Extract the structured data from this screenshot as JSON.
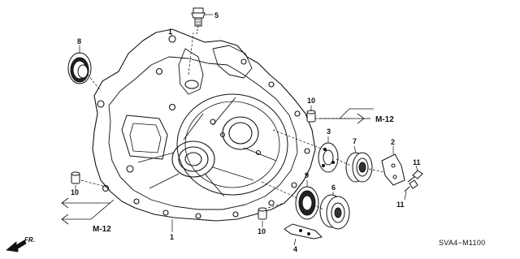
{
  "diagram": {
    "callouts": {
      "c1": "1",
      "c2": "2",
      "c3": "3",
      "c4": "4",
      "c5": "5",
      "c6": "6",
      "c7": "7",
      "c8": "8",
      "c9": "9",
      "c10a": "10",
      "c10b": "10",
      "c10c": "10",
      "c11a": "11",
      "c11b": "11"
    },
    "references": {
      "right": "M-12",
      "left": "M-12"
    },
    "direction_label": "FR.",
    "diagram_code": "SVA4−M1100"
  }
}
